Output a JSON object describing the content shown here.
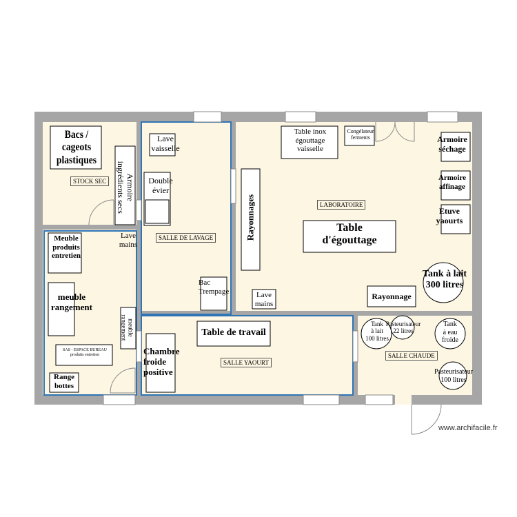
{
  "rooms": {
    "stock_sec": "STOCK SEC",
    "salle_lavage": "SALLE DE LAVAGE",
    "laboratoire": "LABORATOIRE",
    "salle_yaourt": "SALLE YAOURT",
    "salle_chaude": "SALLE CHAUDE",
    "sas": "SAS - ESPACE BUREAU\nproduits entretien"
  },
  "furniture": {
    "bacs_cageots": "Bacs / cageots\nplastiques",
    "armoire_ingredients": "Armoire\ningrédients secs",
    "lave_mains_1": "Lave\nmains",
    "meuble_produits": "Meuble\nproduits\nentretien",
    "meuble_rangement": "meuble\nrangement",
    "meuble_rangement_small": "meuble\nrangement",
    "range_bottes": "Range\nbottes",
    "lave_vaisselle": "Lave\nvaisselle",
    "double_evier": "Double\névier",
    "bac_trempage": "Bac\nTrempage",
    "lave_mains_2": "Lave\nmains",
    "rayonnages": "Rayonnages",
    "table_inox": "Table inox\négouttage\nvaisselle",
    "congelateur": "Congélateur\nferments",
    "armoire_sechage": "Armoire\nséchage",
    "armoire_affinage": "Armoire\naffinage",
    "etuve_yaourts": "Etuve\nyaourts",
    "table_egouttage": "Table\nd'égouttage",
    "tank_lait_300": "Tank à lait\n300 litres",
    "rayonnage": "Rayonnage",
    "table_travail": "Table de travail",
    "chambre_froide": "Chambre\nfroide\npositive",
    "tank_lait_100": "Tank\nà lait\n100 litres",
    "pasteurisateur_22": "Pasteurisateur\n22 litres",
    "tank_eau_froide": "Tank\nà eau\nfroide",
    "pasteurisateur_100": "Pasteurisateur\n100 litres"
  },
  "watermark": "www.archifacile.fr",
  "colors": {
    "wall": "#a6a6a6",
    "floor": "#fdf6e3",
    "partition": "#2e75b6"
  }
}
